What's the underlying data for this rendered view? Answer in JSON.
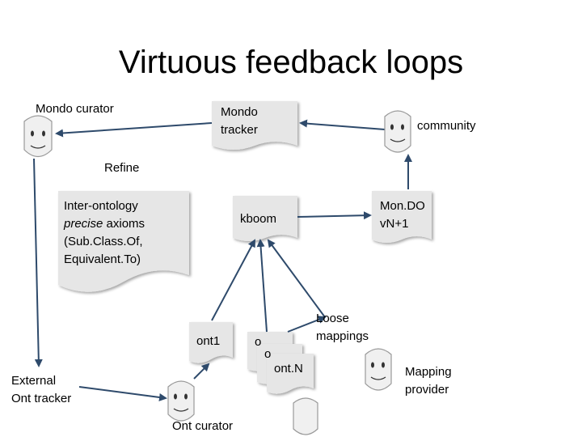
{
  "title": "Virtuous feedback loops",
  "labels": {
    "mondo_curator": "Mondo curator",
    "community": "community",
    "refine": "Refine",
    "loose_mappings_1": "Loose",
    "loose_mappings_2": "mappings",
    "mapping_provider_1": "Mapping",
    "mapping_provider_2": "provider",
    "external_tracker_1": "External",
    "external_tracker_2": "Ont tracker",
    "ont_curator": "Ont curator"
  },
  "documents": {
    "mondo_tracker": {
      "line1": "Mondo",
      "line2": "tracker"
    },
    "kboom": {
      "line1": "kboom"
    },
    "mondo_next": {
      "line1": "Mon.DO",
      "line2": "vN+1"
    },
    "axioms": {
      "line1": "Inter-ontology",
      "line2_em": "precise",
      "line2_rest": " axioms",
      "line3": "(Sub.Class.Of,",
      "line4": "Equivalent.To)"
    },
    "ont1": {
      "line1": "ont1"
    },
    "ontN": {
      "line1": "ont.N"
    },
    "stack_back_1": {
      "line1": "o"
    },
    "stack_back_2": {
      "line1": "o"
    }
  },
  "colors": {
    "arrow": "#2e4a6b",
    "doc_fill": "#e6e6e6",
    "face_fill": "#f0f0f0",
    "face_stroke": "#999999"
  }
}
